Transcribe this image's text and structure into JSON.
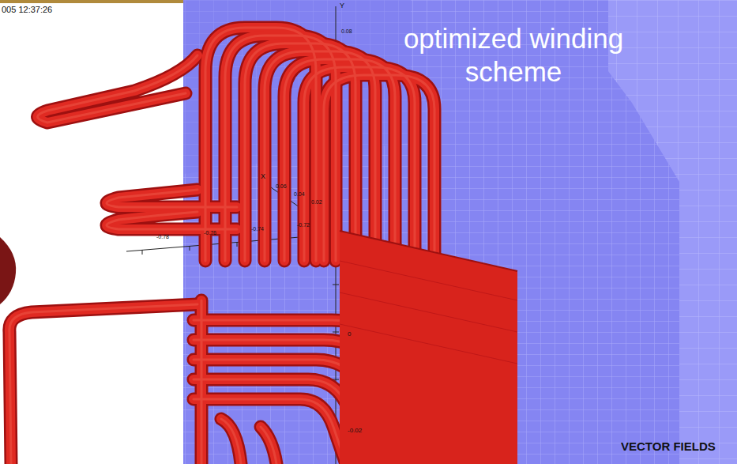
{
  "diagram": {
    "title": "optimized winding scheme",
    "labels": [
      "005 12:37:26",
      "Y",
      "0.08",
      "X",
      "0.06",
      "0.04",
      "0.02",
      "-0.78",
      "-0.76",
      "-0.74",
      "-0.72",
      "0",
      "-0.02",
      "VECTOR FIELDS"
    ]
  }
}
